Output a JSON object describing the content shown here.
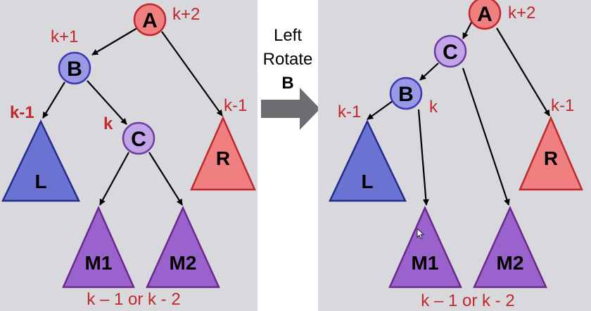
{
  "colors": {
    "panel": "#d9d9dd",
    "red_node": "#f08080",
    "red_stroke": "#c0282d",
    "blue_node": "#9999e6",
    "blue_stroke": "#3b3bb0",
    "purple_node": "#c4a4e8",
    "purple_stroke": "#6a3fa0",
    "tri_blue": "#6a72d2",
    "tri_blue_stroke": "#232c8c",
    "tri_red": "#f08080",
    "tri_red_stroke": "#c0282d",
    "tri_purple": "#9a62cc",
    "tri_purple_stroke": "#6a2a8c",
    "label": "#c0282d",
    "arrow_gray": "#6d6e71"
  },
  "before": {
    "nodes": {
      "A": "A",
      "B": "B",
      "C": "C"
    },
    "subtrees": {
      "L": "L",
      "R": "R",
      "M1": "M1",
      "M2": "M2"
    },
    "heights": {
      "A": "k+2",
      "B": "k+1",
      "L": "k-1",
      "C": "k",
      "R": "k-1"
    },
    "caption": "k – 1 or k - 2"
  },
  "operation": {
    "line1": "Left",
    "line2": "Rotate",
    "line3": "B"
  },
  "after": {
    "nodes": {
      "A": "A",
      "B": "B",
      "C": "C"
    },
    "subtrees": {
      "L": "L",
      "R": "R",
      "M1": "M1",
      "M2": "M2"
    },
    "heights": {
      "A": "k+2",
      "B": "k",
      "L": "k-1",
      "R": "k-1"
    },
    "caption": "k – 1 or k - 2"
  }
}
